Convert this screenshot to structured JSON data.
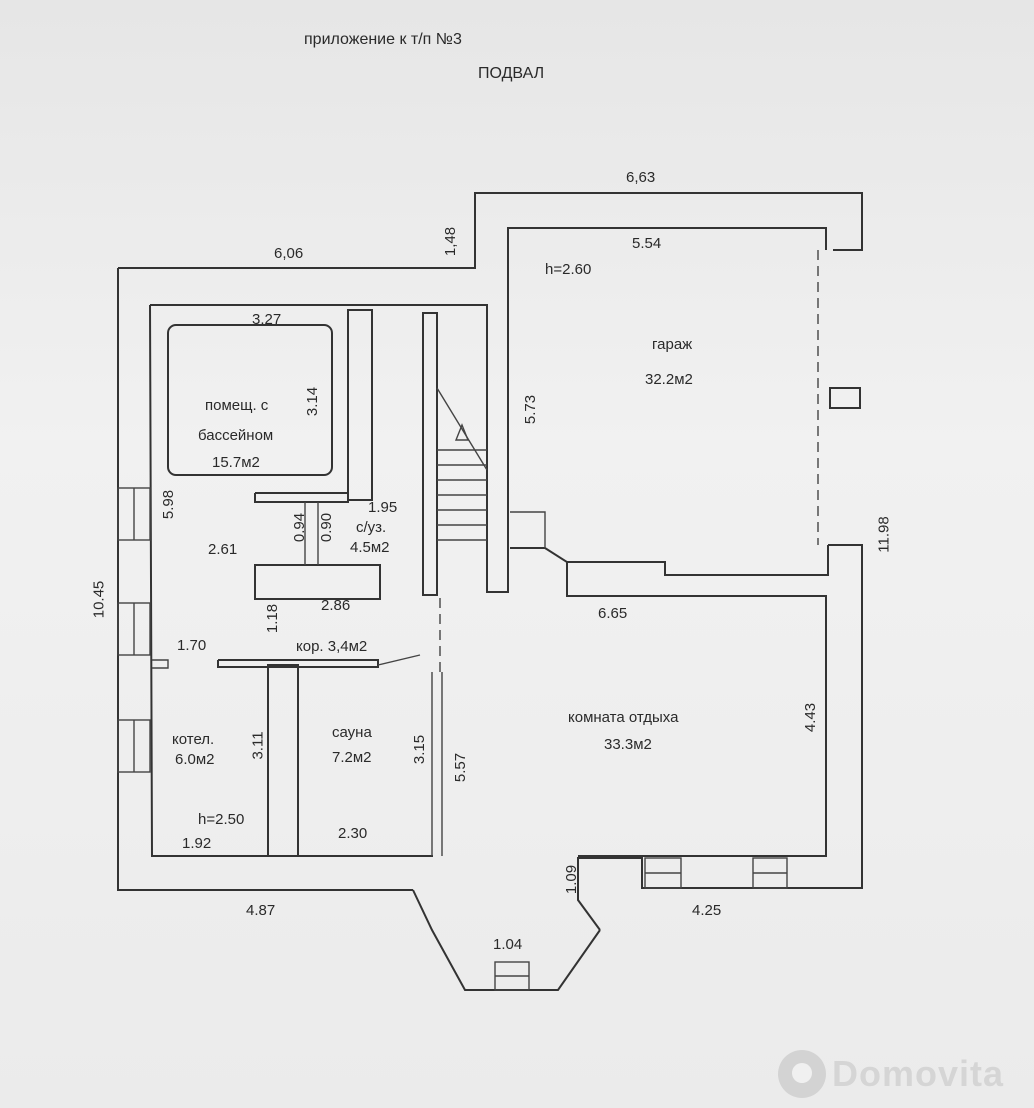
{
  "header": {
    "appendix": "приложение к т/п №3",
    "floor": "ПОДВАЛ"
  },
  "rooms": {
    "pool": {
      "line1": "помещ. с",
      "line2": "бассейном",
      "area": "15.7м2"
    },
    "garage": {
      "name": "гараж",
      "area": "32.2м2",
      "height": "h=2.60"
    },
    "wc": {
      "name": "с/уз.",
      "area": "4.5м2"
    },
    "corridor": {
      "name": "кор. 3,4м2"
    },
    "boiler": {
      "name": "котел.",
      "area": "6.0м2",
      "height": "h=2.50"
    },
    "sauna": {
      "name": "сауна",
      "area": "7.2м2"
    },
    "lounge": {
      "name": "комната  отдыха",
      "area": "33.3м2"
    }
  },
  "dims": {
    "d663": "6,63",
    "d606": "6,06",
    "d148": "1,48",
    "d554": "5.54",
    "d327": "3.27",
    "d314": "3.14",
    "d573": "5.73",
    "d598": "5.98",
    "d1045": "10.45",
    "d1198": "11.98",
    "d195": "1.95",
    "d094": "0.94",
    "d090": "0.90",
    "d261": "2.61",
    "d286": "2.86",
    "d118": "1.18",
    "d170": "1.70",
    "d665": "6.65",
    "d443": "4.43",
    "d311": "3.11",
    "d315": "3.15",
    "d557": "5.57",
    "d192": "1.92",
    "d230": "2.30",
    "d109": "1.09",
    "d487": "4.87",
    "d425": "4.25",
    "d104": "1.04"
  },
  "watermark": {
    "brand": "Domovita"
  }
}
